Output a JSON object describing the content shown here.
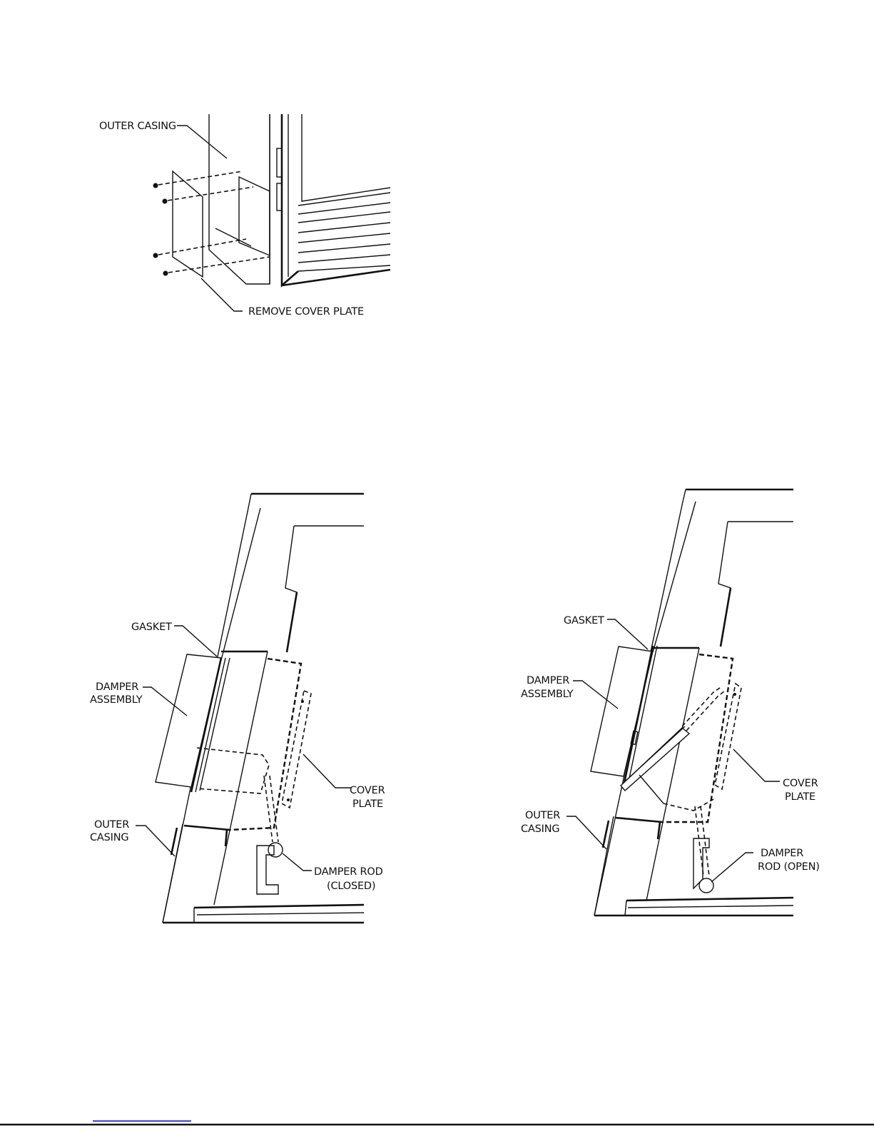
{
  "figure_top": {
    "label_outer_casing": "OUTER CASING",
    "label_remove_cover_plate": "REMOVE COVER PLATE"
  },
  "figure_left": {
    "label_gasket": "GASKET",
    "label_damper_1": "DAMPER",
    "label_damper_2": "ASSEMBLY",
    "label_cover_1": "COVER",
    "label_cover_2": "PLATE",
    "label_outer_1": "OUTER",
    "label_outer_2": "CASING",
    "label_rod_1": "DAMPER ROD",
    "label_rod_2": "(CLOSED)"
  },
  "figure_right": {
    "label_gasket": "GASKET",
    "label_damper_1": "DAMPER",
    "label_damper_2": "ASSEMBLY",
    "label_cover_1": "COVER",
    "label_cover_2": "PLATE",
    "label_outer_1": "OUTER",
    "label_outer_2": "CASING",
    "label_rod_1": "DAMPER",
    "label_rod_2": "ROD (OPEN)"
  },
  "colors": {
    "ink": "#111111",
    "footer_link": "#0000ee"
  }
}
